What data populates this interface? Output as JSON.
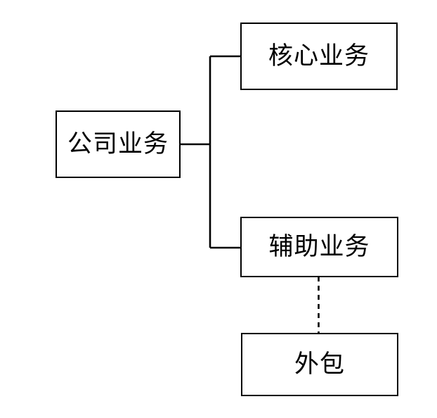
{
  "diagram": {
    "type": "tree-diagram",
    "background_color": "#ffffff",
    "line_color": "#000000",
    "nodes": [
      {
        "id": "company",
        "label": "公司业务",
        "role": "root"
      },
      {
        "id": "core",
        "label": "核心业务",
        "role": "child"
      },
      {
        "id": "auxiliary",
        "label": "辅助业务",
        "role": "child"
      },
      {
        "id": "outsource",
        "label": "外包",
        "role": "grandchild"
      }
    ],
    "edges": [
      {
        "from": "company",
        "to": "core",
        "style": "solid"
      },
      {
        "from": "company",
        "to": "auxiliary",
        "style": "solid"
      },
      {
        "from": "auxiliary",
        "to": "outsource",
        "style": "dashed"
      }
    ]
  }
}
